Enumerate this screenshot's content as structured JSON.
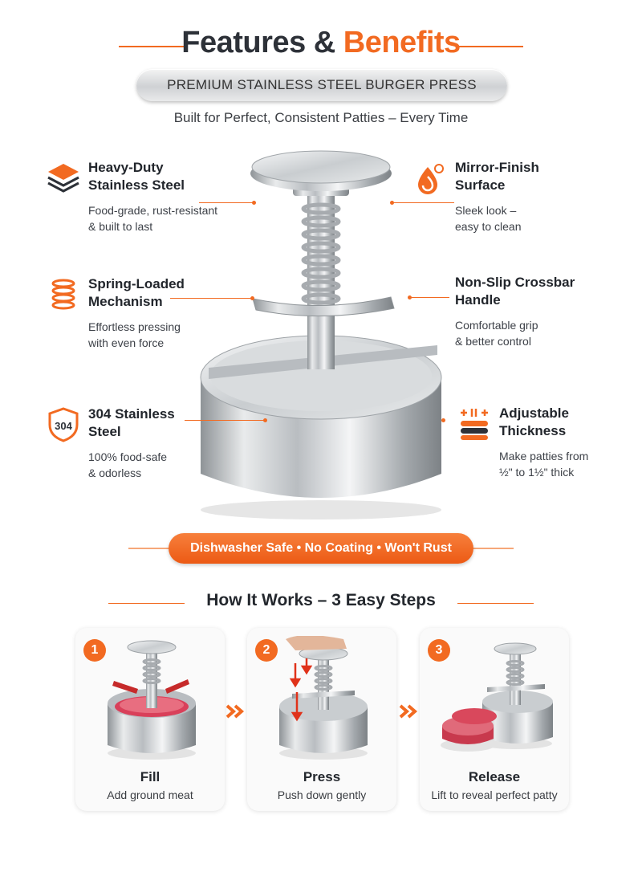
{
  "header": {
    "title_part1": "Features &",
    "title_part2": "Benefits",
    "subtitle": "PREMIUM STAINLESS STEEL BURGER PRESS",
    "tagline": "Built for Perfect, Consistent Patties – Every Time"
  },
  "features": [
    {
      "title": "Heavy-Duty\nStainless Steel",
      "desc": "Food-grade, rust-resistant\n& built to last",
      "icon": "layers-icon"
    },
    {
      "title": "Spring-Loaded\nMechanism",
      "desc": "Effortless pressing\nwith even force",
      "icon": "spring-icon"
    },
    {
      "title": "304 Stainless\nSteel",
      "desc": "100% food-safe\n& odorless",
      "icon": "shield-304-icon",
      "badge": "304"
    },
    {
      "title": "Mirror-Finish\nSurface",
      "desc": "Sleek look –\neasy to clean",
      "icon": "droplet-shine-icon"
    },
    {
      "title": "Non-Slip Crossbar\nHandle",
      "desc": "Comfortable grip\n& better control",
      "icon": ""
    },
    {
      "title": "Adjustable\nThickness",
      "desc": "Make patties from\n½\" to 1½\" thick",
      "icon": "patty-stack-icon"
    }
  ],
  "banner": "Dishwasher Safe • No Coating • Won't Rust",
  "how_it_works": {
    "title": "How It Works – 3 Easy Steps",
    "steps": [
      {
        "number": "1",
        "title": "Fill",
        "desc": "Add ground meat"
      },
      {
        "number": "2",
        "title": "Press",
        "desc": "Push down gently"
      },
      {
        "number": "3",
        "title": "Release",
        "desc": "Lift to reveal perfect patty"
      }
    ]
  },
  "colors": {
    "accent": "#f26a21",
    "text": "#2b2f36",
    "steel": "#c7cacd"
  }
}
